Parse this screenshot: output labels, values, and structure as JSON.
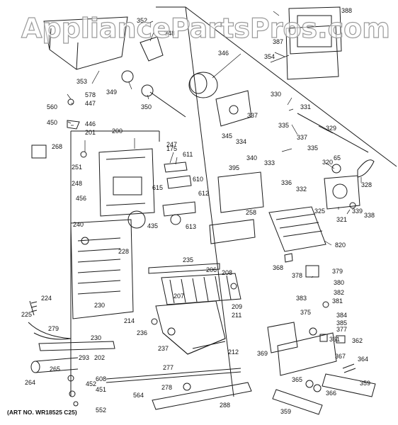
{
  "watermark": "AppliancePartsPros.com",
  "art_number": "(ART NO. WR18525 C25)",
  "parts": [
    {
      "id": "p352",
      "label": "352"
    },
    {
      "id": "p348",
      "label": "348"
    },
    {
      "id": "p346",
      "label": "346"
    },
    {
      "id": "p353",
      "label": "353"
    },
    {
      "id": "p349",
      "label": "349"
    },
    {
      "id": "p350",
      "label": "350"
    },
    {
      "id": "p578",
      "label": "578"
    },
    {
      "id": "p560",
      "label": "560"
    },
    {
      "id": "p447",
      "label": "447"
    },
    {
      "id": "p450",
      "label": "450"
    },
    {
      "id": "p446",
      "label": "446"
    },
    {
      "id": "p201",
      "label": "201"
    },
    {
      "id": "p200",
      "label": "200"
    },
    {
      "id": "p268",
      "label": "268"
    },
    {
      "id": "p251",
      "label": "251"
    },
    {
      "id": "p247",
      "label": "247"
    },
    {
      "id": "p248",
      "label": "248"
    },
    {
      "id": "p456",
      "label": "456"
    },
    {
      "id": "p175",
      "label": "175"
    },
    {
      "id": "p611",
      "label": "611"
    },
    {
      "id": "p610",
      "label": "610"
    },
    {
      "id": "p615",
      "label": "615"
    },
    {
      "id": "p612",
      "label": "612"
    },
    {
      "id": "p435",
      "label": "435"
    },
    {
      "id": "p613",
      "label": "613"
    },
    {
      "id": "p240",
      "label": "240"
    },
    {
      "id": "p228",
      "label": "228"
    },
    {
      "id": "p224",
      "label": "224"
    },
    {
      "id": "p225",
      "label": "225"
    },
    {
      "id": "p279",
      "label": "279"
    },
    {
      "id": "p230a",
      "label": "230"
    },
    {
      "id": "p230b",
      "label": "230"
    },
    {
      "id": "p214",
      "label": "214"
    },
    {
      "id": "p202",
      "label": "202"
    },
    {
      "id": "p293",
      "label": "293"
    },
    {
      "id": "p265",
      "label": "265"
    },
    {
      "id": "p264",
      "label": "264"
    },
    {
      "id": "p608",
      "label": "608"
    },
    {
      "id": "p452",
      "label": "452"
    },
    {
      "id": "p451",
      "label": "451"
    },
    {
      "id": "p552",
      "label": "552"
    },
    {
      "id": "p564",
      "label": "564"
    },
    {
      "id": "p277",
      "label": "277"
    },
    {
      "id": "p278",
      "label": "278"
    },
    {
      "id": "p288",
      "label": "288"
    },
    {
      "id": "p235",
      "label": "235"
    },
    {
      "id": "p206",
      "label": "206"
    },
    {
      "id": "p208",
      "label": "208"
    },
    {
      "id": "p207",
      "label": "207"
    },
    {
      "id": "p209",
      "label": "209"
    },
    {
      "id": "p211",
      "label": "211"
    },
    {
      "id": "p236",
      "label": "236"
    },
    {
      "id": "p237",
      "label": "237"
    },
    {
      "id": "p212",
      "label": "212"
    },
    {
      "id": "p388",
      "label": "388"
    },
    {
      "id": "p387",
      "label": "387"
    },
    {
      "id": "p354",
      "label": "354"
    },
    {
      "id": "p330",
      "label": "330"
    },
    {
      "id": "p331",
      "label": "331"
    },
    {
      "id": "p337a",
      "label": "337"
    },
    {
      "id": "p335a",
      "label": "335"
    },
    {
      "id": "p345",
      "label": "345"
    },
    {
      "id": "p334",
      "label": "334"
    },
    {
      "id": "p340",
      "label": "340"
    },
    {
      "id": "p333",
      "label": "333"
    },
    {
      "id": "p337b",
      "label": "337"
    },
    {
      "id": "p335b",
      "label": "335"
    },
    {
      "id": "p329",
      "label": "329"
    },
    {
      "id": "p65",
      "label": "65"
    },
    {
      "id": "p395",
      "label": "395"
    },
    {
      "id": "p336",
      "label": "336"
    },
    {
      "id": "p332",
      "label": "332"
    },
    {
      "id": "p320",
      "label": "320"
    },
    {
      "id": "p328",
      "label": "328"
    },
    {
      "id": "p325",
      "label": "325"
    },
    {
      "id": "p339",
      "label": "339"
    },
    {
      "id": "p338",
      "label": "338"
    },
    {
      "id": "p321",
      "label": "321"
    },
    {
      "id": "p258",
      "label": "258"
    },
    {
      "id": "p820",
      "label": "820"
    },
    {
      "id": "p368",
      "label": "368"
    },
    {
      "id": "p378",
      "label": "378"
    },
    {
      "id": "p379",
      "label": "379"
    },
    {
      "id": "p380",
      "label": "380"
    },
    {
      "id": "p382",
      "label": "382"
    },
    {
      "id": "p383",
      "label": "383"
    },
    {
      "id": "p381",
      "label": "381"
    },
    {
      "id": "p375",
      "label": "375"
    },
    {
      "id": "p384",
      "label": "384"
    },
    {
      "id": "p385",
      "label": "385"
    },
    {
      "id": "p377",
      "label": "377"
    },
    {
      "id": "p361",
      "label": "361"
    },
    {
      "id": "p362",
      "label": "362"
    },
    {
      "id": "p369",
      "label": "369"
    },
    {
      "id": "p367",
      "label": "367"
    },
    {
      "id": "p364",
      "label": "364"
    },
    {
      "id": "p365",
      "label": "365"
    },
    {
      "id": "p366",
      "label": "366"
    },
    {
      "id": "p359a",
      "label": "359"
    },
    {
      "id": "p359b",
      "label": "359"
    }
  ]
}
